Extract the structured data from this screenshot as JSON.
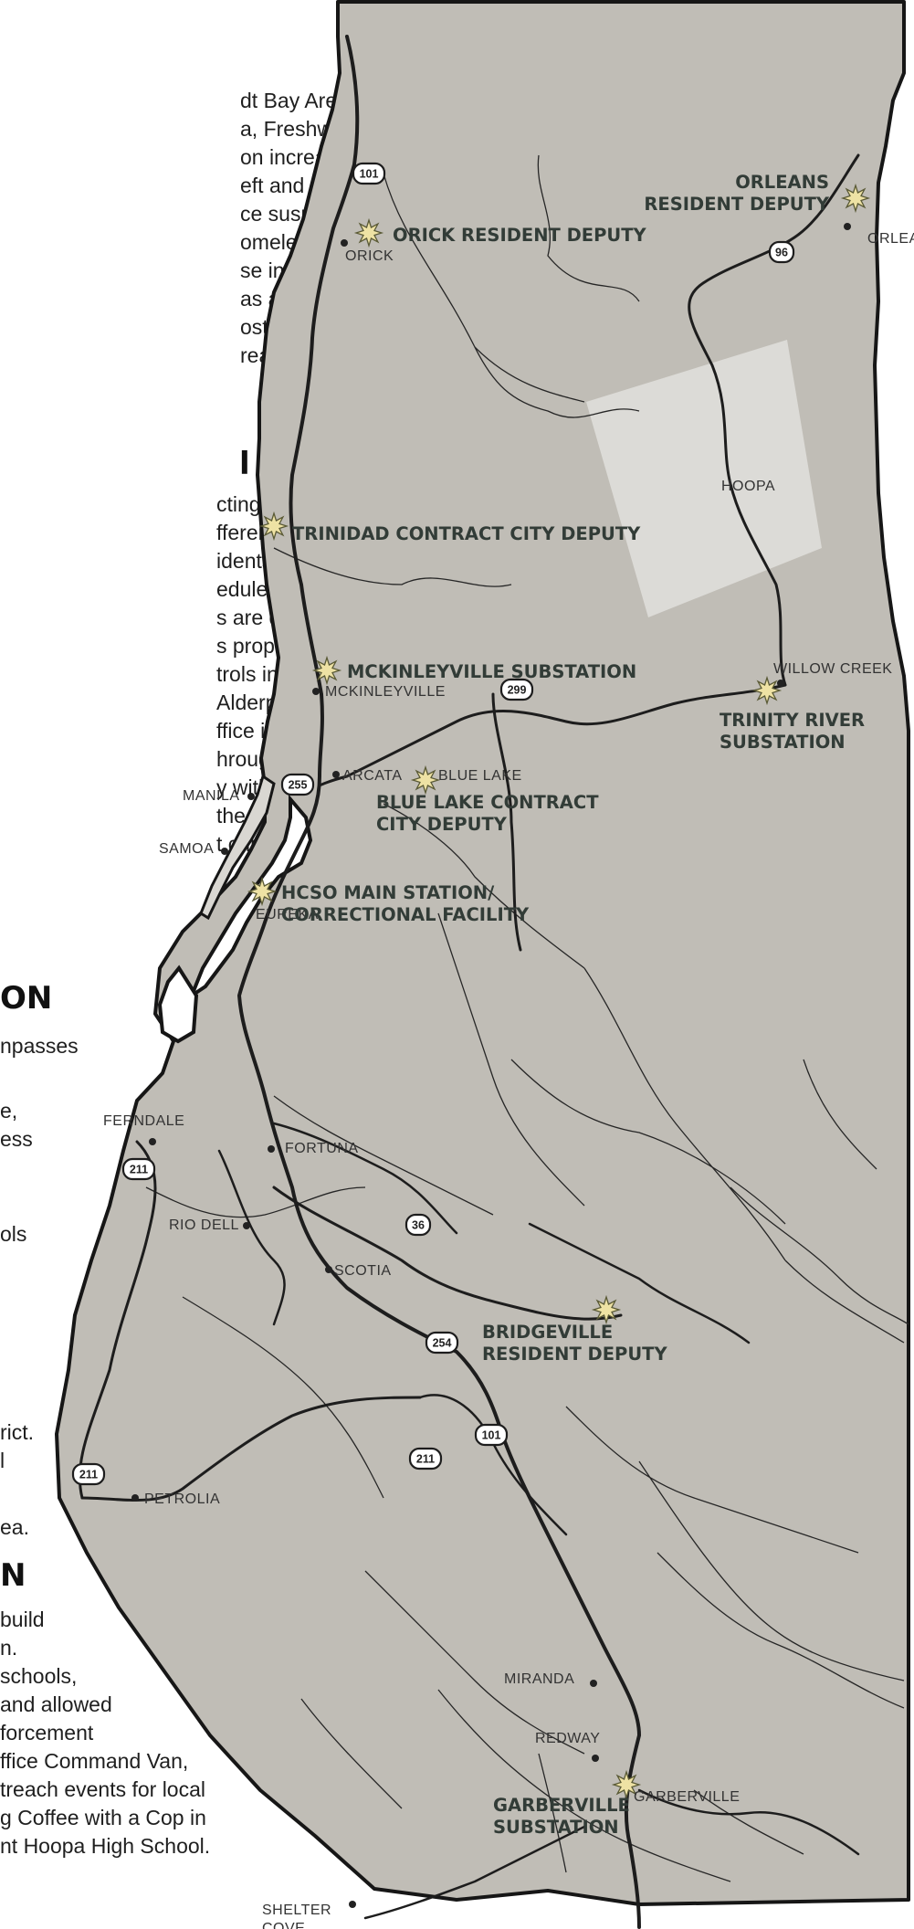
{
  "map": {
    "colors": {
      "land": "#c0bdb6",
      "hoopa": "#dcdbd7",
      "road": "#222222",
      "coast": "#161616",
      "star": "#eee2a4",
      "water": "#ffffff"
    },
    "stations": [
      {
        "id": "orleans",
        "lines": [
          "ORLEANS",
          "RESIDENT DEPUTY"
        ]
      },
      {
        "id": "orick",
        "lines": [
          "ORICK RESIDENT DEPUTY"
        ]
      },
      {
        "id": "trinidad",
        "lines": [
          "TRINIDAD CONTRACT CITY DEPUTY"
        ]
      },
      {
        "id": "mckinleyville",
        "lines": [
          "MCKINLEYVILLE SUBSTATION"
        ]
      },
      {
        "id": "trinity",
        "lines": [
          "TRINITY RIVER",
          "SUBSTATION"
        ]
      },
      {
        "id": "bluelake",
        "lines": [
          "BLUE LAKE CONTRACT",
          "CITY DEPUTY"
        ]
      },
      {
        "id": "hcso",
        "lines": [
          "HCSO MAIN STATION/",
          "CORRECTIONAL FACILITY"
        ]
      },
      {
        "id": "bridgeville",
        "lines": [
          "BRIDGEVILLE",
          "RESIDENT DEPUTY"
        ]
      },
      {
        "id": "garberville",
        "lines": [
          "GARBERVILLE",
          "SUBSTATION"
        ]
      }
    ],
    "towns": [
      {
        "id": "orleans",
        "name": "ORLEANS"
      },
      {
        "id": "orick",
        "name": "ORICK"
      },
      {
        "id": "hoopa",
        "name": "HOOPA"
      },
      {
        "id": "willowcreek",
        "name": "WILLOW CREEK"
      },
      {
        "id": "mckinleyville",
        "name": "MCKINLEYVILLE"
      },
      {
        "id": "arcata",
        "name": "ARCATA"
      },
      {
        "id": "bluelake",
        "name": "BLUE LAKE"
      },
      {
        "id": "manila",
        "name": "MANILA"
      },
      {
        "id": "samoa",
        "name": "SAMOA"
      },
      {
        "id": "eureka",
        "name": "EUREKA"
      },
      {
        "id": "ferndale",
        "name": "FERNDALE"
      },
      {
        "id": "fortuna",
        "name": "FORTUNA"
      },
      {
        "id": "riodell",
        "name": "RIO DELL"
      },
      {
        "id": "scotia",
        "name": "SCOTIA"
      },
      {
        "id": "petrolia",
        "name": "PETROLIA"
      },
      {
        "id": "miranda",
        "name": "MIRANDA"
      },
      {
        "id": "redway",
        "name": "REDWAY"
      },
      {
        "id": "garberville",
        "name": "GARBERVILLE"
      },
      {
        "id": "sheltercove",
        "name": "SHELTER",
        "name2": "COVE"
      }
    ],
    "highways": [
      {
        "id": "h101a",
        "label": "101"
      },
      {
        "id": "h96",
        "label": "96"
      },
      {
        "id": "h299",
        "label": "299"
      },
      {
        "id": "h255",
        "label": "255"
      },
      {
        "id": "h211a",
        "label": "211"
      },
      {
        "id": "h36",
        "label": "36"
      },
      {
        "id": "h254",
        "label": "254"
      },
      {
        "id": "h101b",
        "label": "101"
      },
      {
        "id": "h211b",
        "label": "211"
      },
      {
        "id": "h211c",
        "label": "211"
      }
    ]
  },
  "text": {
    "block1": [
      "dt Bay Area and the",
      "a, Freshwater, and the",
      "on increased patrols in",
      "eft and assault related",
      "ce suspicious foot and",
      "omeless camping issues",
      "se inhabitating private",
      "as appropriate.",
      "ostering relationships",
      "reach efforts."
    ],
    "heading1": "l",
    "block2": [
      "cting foot",
      "fferent perspective",
      "idents. We are",
      "edule patrol events,",
      "s are directly",
      "s properly targeted",
      "trols in outlying",
      " Alderpoint, so",
      "ffice is",
      "hroughout the",
      "y with Child",
      "the School",
      "t children",
      "."
    ],
    "heading2": "ON",
    "block3": [
      "npasses"
    ],
    "block4": [
      "e,",
      "ess"
    ],
    "block5": [
      "ols"
    ],
    "block6": [
      "rict.",
      "l"
    ],
    "block7": [
      "ea."
    ],
    "heading3": "N",
    "block8": [
      "build",
      "n.",
      " schools,",
      " and allowed",
      "forcement",
      "ffice Command Van,",
      "treach events for local",
      "g Coffee with a Cop in",
      "nt Hoopa High School."
    ]
  }
}
